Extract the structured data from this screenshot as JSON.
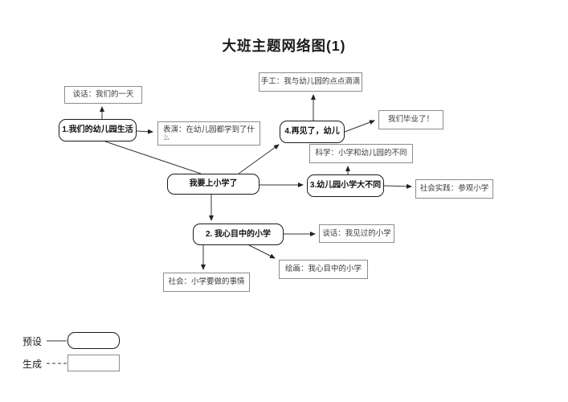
{
  "title": "大班主题网络图(1)",
  "nodes": {
    "talk_day": {
      "label": "谈话：我们的一天"
    },
    "box1": {
      "label": "1.我们的幼儿园生活"
    },
    "perform": {
      "label": "表演：在幼儿园都学到了什",
      "label2": "么"
    },
    "craft": {
      "label": "手工：我与幼儿园的点点滴滴"
    },
    "box4": {
      "label": "4.再见了，幼儿"
    },
    "graduate": {
      "label": "我们毕业了！"
    },
    "science": {
      "label": "科学：小学和幼儿园的不同"
    },
    "center": {
      "label": "我要上小学了"
    },
    "box3": {
      "label": "3.幼儿园小学大不同"
    },
    "practice": {
      "label": "社会实践：参观小学"
    },
    "box2": {
      "label": "2. 我心目中的小学"
    },
    "talk_seen": {
      "label": "谈话：我见过的小学"
    },
    "draw": {
      "label": "绘画：我心目中的小学"
    },
    "social": {
      "label": "社会：小学要做的事情"
    }
  },
  "legend": {
    "preset_label": "预设",
    "generated_label": "生成"
  },
  "colors": {
    "background": "#ffffff",
    "line": "#333333",
    "preset_border": "#1a1a1a",
    "generated_border": "#8d8d8d",
    "text": "#1a1a1a"
  }
}
